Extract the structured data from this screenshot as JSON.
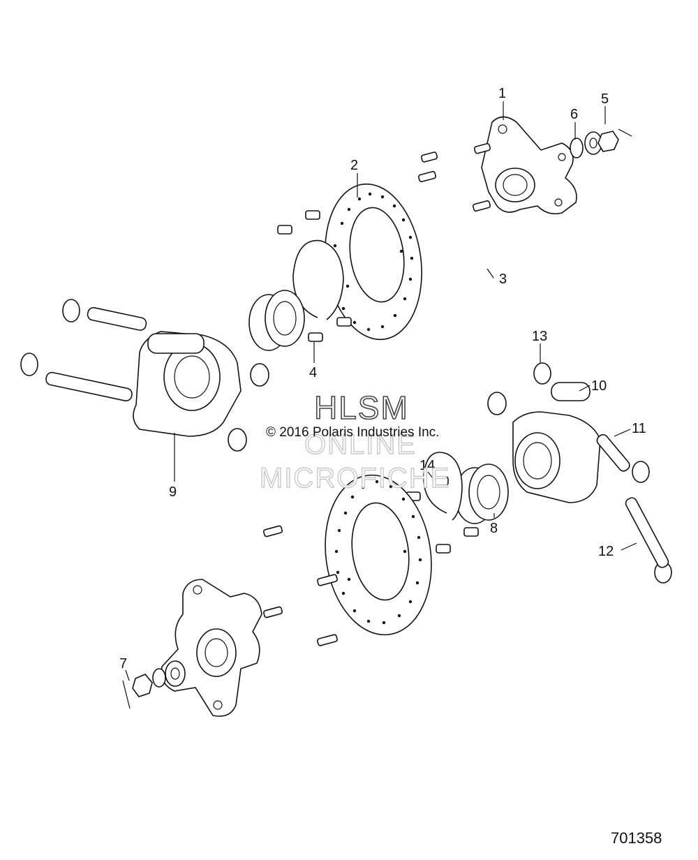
{
  "callouts": {
    "c1": "1",
    "c2": "2",
    "c3": "3",
    "c4": "4",
    "c5": "5",
    "c6": "6",
    "c7": "7",
    "c8": "8",
    "c9": "9",
    "c10": "10",
    "c11": "11",
    "c12": "12",
    "c13": "13",
    "c14": "14"
  },
  "watermark": {
    "brand": "HLSM",
    "copyright": "© 2016 Polaris Industries Inc.",
    "line2": "ONLINE",
    "line3": "MICROFICHE"
  },
  "drawing_number": "701358"
}
